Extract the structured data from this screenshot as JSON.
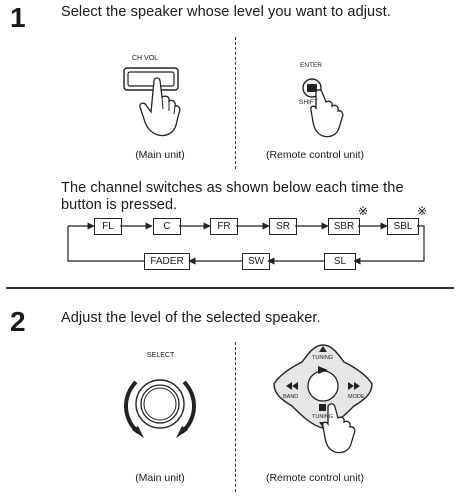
{
  "step1": {
    "number": "1",
    "instruction": "Select the speaker whose level you want to adjust.",
    "main_button_label": "CH VOL",
    "remote_enter_label": "ENTER",
    "remote_shift_label": "SHIFT",
    "main_caption": "(Main unit)",
    "remote_caption": "(Remote control unit)",
    "cycle_text": "The channel switches as shown below each time the button is pressed.",
    "cycle_top": [
      "FL",
      "C",
      "FR",
      "SR",
      "SBR",
      "SBL"
    ],
    "cycle_bottom": [
      "FADER",
      "SW",
      "SL"
    ],
    "note_mark": "※"
  },
  "step2": {
    "number": "2",
    "instruction": "Adjust the level of the selected speaker.",
    "knob_label": "SELECT",
    "pad_labels": {
      "up": "TUNING",
      "down": "TUNING",
      "left": "BAND",
      "right": "MODE"
    },
    "main_caption": "(Main unit)",
    "remote_caption": "(Remote control unit)"
  }
}
